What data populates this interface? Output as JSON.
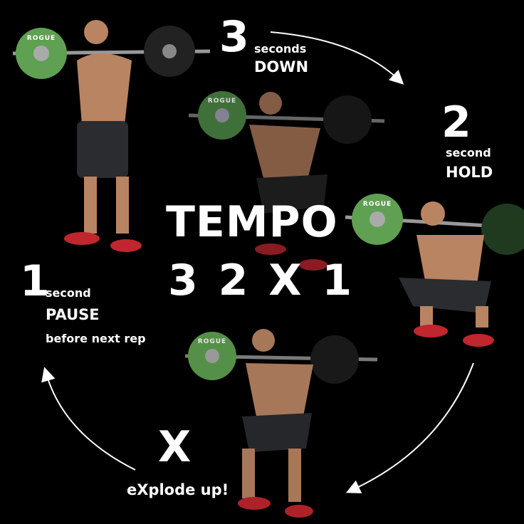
{
  "title": {
    "line1": "TEMPO",
    "line2": "3 2 X 1"
  },
  "steps": [
    {
      "number": "3",
      "unit": "seconds",
      "action": "DOWN"
    },
    {
      "number": "2",
      "unit": "second",
      "action": "HOLD"
    },
    {
      "number": "X",
      "action": "eXplode up!"
    },
    {
      "number": "1",
      "unit": "second",
      "action": "PAUSE",
      "note": "before next rep"
    }
  ],
  "plate_brand": "ROGUE",
  "colors": {
    "background": "#000000",
    "text": "#ffffff",
    "plate": "#5fa052",
    "skin": "#b98462",
    "shorts": "#2a2c30"
  }
}
